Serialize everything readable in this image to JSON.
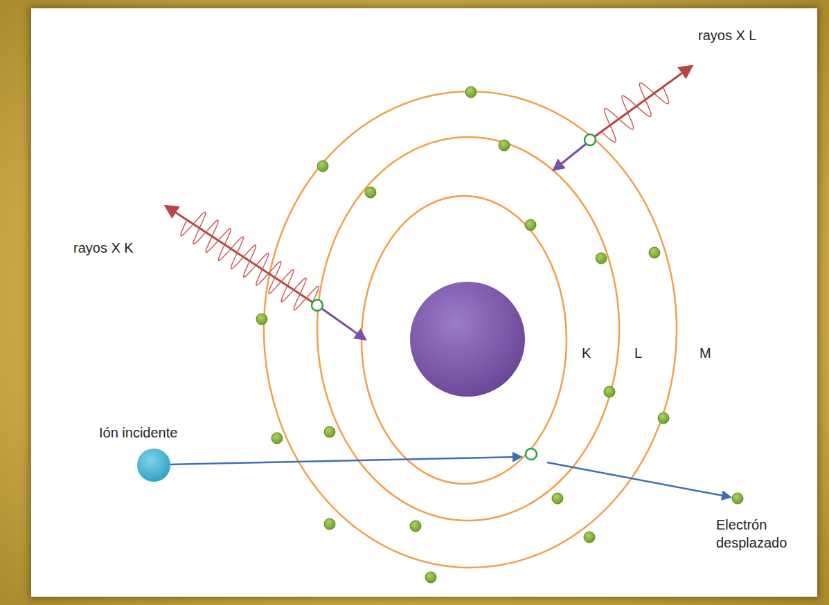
{
  "diagram": {
    "labels": [
      "rayos X L",
      "rayos X K",
      "K",
      "L",
      "M",
      "Ión incidente",
      "Electrón desplazado"
    ]
  }
}
